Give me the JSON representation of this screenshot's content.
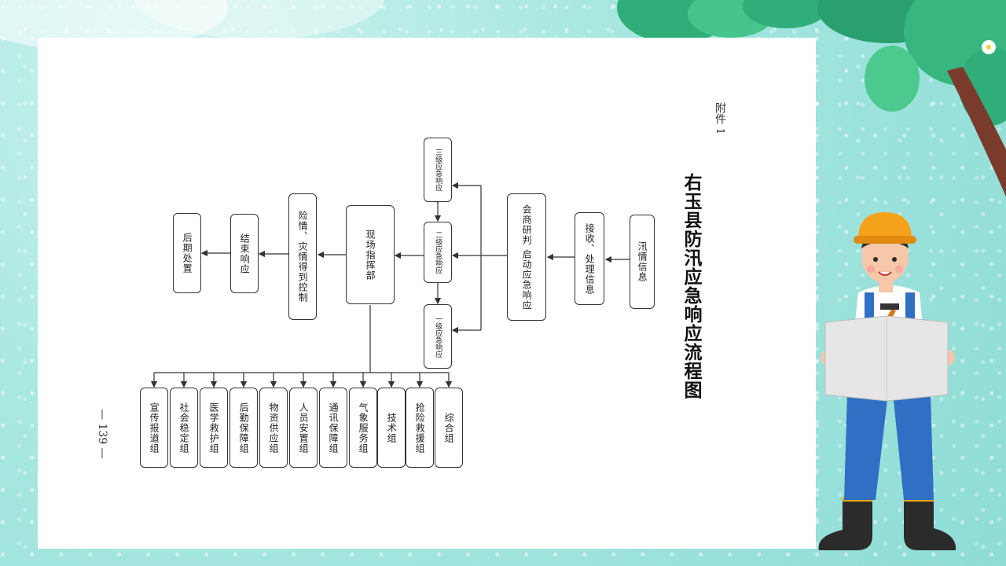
{
  "document": {
    "attachment_label": "附件 1",
    "title": "右玉县防汛应急响应流程图",
    "page_number": "— 139 —"
  },
  "flowchart": {
    "nodes": [
      {
        "id": "flood-info",
        "label": "汛情信息"
      },
      {
        "id": "receive-process",
        "label": "接收、处理信息"
      },
      {
        "id": "consult-judge",
        "label": "会商研判 启动应急响应"
      },
      {
        "id": "level-3",
        "label": "三级应急响应"
      },
      {
        "id": "level-2",
        "label": "二级应急响应"
      },
      {
        "id": "level-1",
        "label": "一级应急响应"
      },
      {
        "id": "field-command",
        "label": "现场指挥部"
      },
      {
        "id": "control",
        "label": "险情、灾情得到控制"
      },
      {
        "id": "end-response",
        "label": "结束响应"
      },
      {
        "id": "aftermath",
        "label": "后期处置"
      }
    ],
    "groups": [
      "综合组",
      "抢险救援组",
      "技术组",
      "气象服务组",
      "通讯保障组",
      "人员安置组",
      "物资供应组",
      "后勤保障组",
      "医学救护组",
      "社会稳定组",
      "宣传报道组"
    ],
    "edges": [
      [
        "flood-info",
        "receive-process"
      ],
      [
        "receive-process",
        "consult-judge"
      ],
      [
        "consult-judge",
        "level-3"
      ],
      [
        "consult-judge",
        "level-2"
      ],
      [
        "consult-judge",
        "level-1"
      ],
      [
        "level-3",
        "level-2"
      ],
      [
        "level-2",
        "level-1"
      ],
      [
        "level-2",
        "field-command"
      ],
      [
        "field-command",
        "control"
      ],
      [
        "control",
        "end-response"
      ],
      [
        "end-response",
        "aftermath"
      ],
      [
        "field-command",
        "groups"
      ]
    ]
  },
  "colors": {
    "background": "#a9e8e1",
    "paper": "#ffffff",
    "line": "#333333",
    "leaf": "#2fae7a",
    "helmet": "#f5a21b",
    "overalls": "#2f6fc4"
  }
}
